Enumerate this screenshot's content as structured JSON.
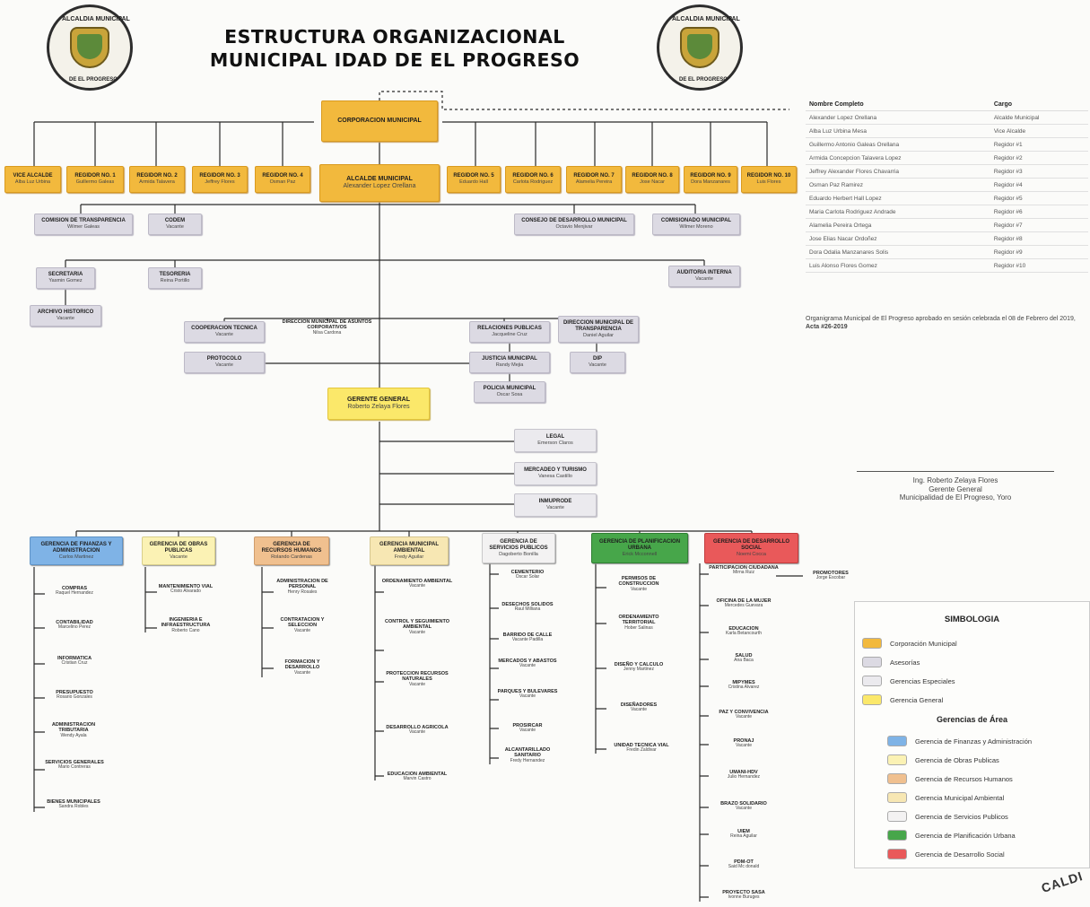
{
  "title": {
    "line1": "ESTRUCTURA ORGANIZACIONAL",
    "line2": "MUNICIPAL IDAD DE EL PROGRESO"
  },
  "seal": {
    "top_text": "ALCALDIA MUNICIPAL",
    "bottom_text": "DE EL PROGRESO"
  },
  "corporacion": {
    "name": "CORPORACION MUNICIPAL"
  },
  "alcalde": {
    "name": "ALCALDE MUNICIPAL",
    "person": "Alexander Lopez Orellana"
  },
  "council_left": [
    {
      "name": "VICE ALCALDE",
      "person": "Alba Luz Urbina"
    },
    {
      "name": "REGIDOR NO. 1",
      "person": "Guillermo Galeas"
    },
    {
      "name": "REGIDOR NO. 2",
      "person": "Armida Talavera"
    },
    {
      "name": "REGIDOR NO. 3",
      "person": "Jeffrey Flores"
    },
    {
      "name": "REGIDOR NO. 4",
      "person": "Osman Paz"
    }
  ],
  "council_right": [
    {
      "name": "REGIDOR NO. 5",
      "person": "Eduardo Hall"
    },
    {
      "name": "REGIDOR NO. 6",
      "person": "Carlota Rodriguez"
    },
    {
      "name": "REGIDOR NO. 7",
      "person": "Alamelia Pereira"
    },
    {
      "name": "REGIDOR NO. 8",
      "person": "Jose Nacar"
    },
    {
      "name": "REGIDOR NO. 9",
      "person": "Dora Manzanares"
    },
    {
      "name": "REGIDOR NO. 10",
      "person": "Luis Flores"
    }
  ],
  "advisory": {
    "transparencia": {
      "name": "COMISION DE TRANSPARENCIA",
      "person": "Wilmer Galeas"
    },
    "codem": {
      "name": "CODEM",
      "person": "Vacante"
    },
    "desarrollo": {
      "name": "CONSEJO DE DESARROLLO MUNICIPAL",
      "person": "Octavio Menjivar"
    },
    "comisionado": {
      "name": "COMISIONADO MUNICIPAL",
      "person": "Wilmer Moreno"
    },
    "secretaria": {
      "name": "SECRETARIA",
      "person": "Yasmin Gomez"
    },
    "tesoreria": {
      "name": "TESORERIA",
      "person": "Reina Portillo"
    },
    "archivo": {
      "name": "ARCHIVO HISTORICO",
      "person": "Vacante"
    },
    "auditoria": {
      "name": "AUDITORIA INTERNA",
      "person": "Vacante"
    },
    "cooperacion": {
      "name": "COOPERACION TECNICA",
      "person": "Vacante"
    },
    "direccion_corp": {
      "name": "DIRECCION MUNICIPAL DE ASUNTOS CORPORATIVOS",
      "person": "Nilsa Cardona"
    },
    "protocolo": {
      "name": "PROTOCOLO",
      "person": "Vacante"
    },
    "relaciones": {
      "name": "RELACIONES PUBLICAS",
      "person": "Jacqueline Cruz"
    },
    "dir_transp": {
      "name": "DIRECCION MUNICIPAL DE TRANSPARENCIA",
      "person": "Daniel Aguilar"
    },
    "justicia": {
      "name": "JUSTICIA MUNICIPAL",
      "person": "Randy Mejia"
    },
    "dip": {
      "name": "DIP",
      "person": "Vacante"
    },
    "policia": {
      "name": "POLICIA MUNICIPAL",
      "person": "Oscar Sosa"
    }
  },
  "gerente": {
    "name": "GERENTE GENERAL",
    "person": "Roberto Zelaya Flores"
  },
  "special": [
    {
      "name": "LEGAL",
      "person": "Emerson Claros"
    },
    {
      "name": "MERCADEO Y TURISMO",
      "person": "Vanesa Castillo"
    },
    {
      "name": "INMUPRODE",
      "person": "Vacante"
    }
  ],
  "gerencias": [
    {
      "name": "GERENCIA DE FINANZAS Y ADMINISTRACION",
      "person": "Carlos Martinez",
      "color": "#7fb3e6",
      "units": [
        {
          "name": "COMPRAS",
          "person": "Raquel Hernandez"
        },
        {
          "name": "CONTABILIDAD",
          "person": "Marcelino Perez"
        },
        {
          "name": "INFORMATICA",
          "person": "Cristian Cruz"
        },
        {
          "name": "PRESUPUESTO",
          "person": "Rosario Gonzales"
        },
        {
          "name": "ADMINISTRACION TRIBUTARIA",
          "person": "Wendy Ayala"
        },
        {
          "name": "SERVICIOS GENERALES",
          "person": "Mario Contreras"
        },
        {
          "name": "BIENES MUNICIPALES",
          "person": "Sandra Robles"
        }
      ]
    },
    {
      "name": "GERENCIA DE OBRAS PUBLICAS",
      "person": "Vacante",
      "color": "#fbf2b4",
      "units": [
        {
          "name": "MANTENIMIENTO VIAL",
          "person": "Cristo Alvarado"
        },
        {
          "name": "INGENIERIA E INFRAESTRUCTURA",
          "person": "Roberto Cano"
        }
      ]
    },
    {
      "name": "GERENCIA DE RECURSOS HUMANOS",
      "person": "Rolando Cardenas",
      "color": "#f0c08f",
      "units": [
        {
          "name": "ADMINISTRACION DE PERSONAL",
          "person": "Henry Rosales"
        },
        {
          "name": "CONTRATACION Y SELECCION",
          "person": "Vacante"
        },
        {
          "name": "FORMACION Y DESARROLLO",
          "person": "Vacante"
        }
      ]
    },
    {
      "name": "GERENCIA MUNICIPAL AMBIENTAL",
      "person": "Fredy Aguilar",
      "color": "#f7e7b3",
      "units": [
        {
          "name": "ORDENAMIENTO AMBIENTAL",
          "person": "Vacante"
        },
        {
          "name": "CONTROL Y SEGUIMIENTO AMBIENTAL",
          "person": "Vacante"
        },
        {
          "name": "PROTECCION RECURSOS NATURALES",
          "person": "Vacante"
        },
        {
          "name": "DESARROLLO AGRICOLA",
          "person": "Vacante"
        },
        {
          "name": "EDUCACION AMBIENTAL",
          "person": "Marvin Castro"
        }
      ]
    },
    {
      "name": "GERENCIA DE SERVICIOS PUBLICOS",
      "person": "Dagoberto Bonilla",
      "color": "#f3f2f2",
      "units": [
        {
          "name": "CEMENTERIO",
          "person": "Oscar Solar"
        },
        {
          "name": "DESECHOS SOLIDOS",
          "person": "Raul Milliana"
        },
        {
          "name": "BARRIDO DE CALLE",
          "person": "Vacante Padilla"
        },
        {
          "name": "MERCADOS Y ABASTOS",
          "person": "Vacante"
        },
        {
          "name": "PARQUES Y BULEVARES",
          "person": "Vacante"
        },
        {
          "name": "PROSIRCAR",
          "person": "Vacante"
        },
        {
          "name": "ALCANTARILLADO SANITARIO",
          "person": "Fredy Hernandez"
        }
      ]
    },
    {
      "name": "GERENCIA DE PLANIFICACION URBANA",
      "person": "Erick Mcconnell",
      "color": "#47a64a",
      "units": [
        {
          "name": "PERMISOS DE CONSTRUCCION",
          "person": "Vacante"
        },
        {
          "name": "ORDENAMIENTO TERRITORIAL",
          "person": "Hober Salinas"
        },
        {
          "name": "DISEÑO Y CALCULO",
          "person": "Jenny Martinez"
        },
        {
          "name": "DISEÑADORES",
          "person": "Vacante"
        },
        {
          "name": "UNIDAD TECNICA VIAL",
          "person": "Fredin Zaldivar"
        }
      ]
    },
    {
      "name": "GERENCIA DE DESARROLLO SOCIAL",
      "person": "Noemi Cocca",
      "color": "#e9595a",
      "units": [
        {
          "name": "PARTICIPACION CIUDADANA",
          "person": "Mirna Ruiz"
        },
        {
          "name": "OFICINA DE LA MUJER",
          "person": "Mercedes Guevara"
        },
        {
          "name": "EDUCACION",
          "person": "Karla Betancourth"
        },
        {
          "name": "SALUD",
          "person": "Ana Baca"
        },
        {
          "name": "MIPYMES",
          "person": "Cristina Alvarez"
        },
        {
          "name": "PAZ Y CONVIVENCIA",
          "person": "Vacante"
        },
        {
          "name": "PRONAJ",
          "person": "Vacante"
        },
        {
          "name": "UMANI-HDV",
          "person": "Julio Hernandez"
        },
        {
          "name": "BRAZO SOLIDARIO",
          "person": "Vacante"
        },
        {
          "name": "UIEM",
          "person": "Reina Aguilar"
        },
        {
          "name": "PDM-OT",
          "person": "Said Mc donald"
        },
        {
          "name": "PROYECTO SASA",
          "person": "Ivonne Buruges"
        }
      ],
      "extra": {
        "name": "PROMOTORES",
        "person": "Jorge Escobar"
      }
    }
  ],
  "registry": {
    "col1": "Nombre Completo",
    "col2": "Cargo",
    "rows": [
      [
        "Alexander Lopez Orellana",
        "Alcalde Municipal"
      ],
      [
        "Alba Luz Urbina Mesa",
        "Vice Alcalde"
      ],
      [
        "Guillermo Antonio Galeas Orellana",
        "Regidor #1"
      ],
      [
        "Armida Concepcion Talavera Lopez",
        "Regidor #2"
      ],
      [
        "Jeffrey Alexander Flores Chavarria",
        "Regidor #3"
      ],
      [
        "Osman Paz Ramirez",
        "Regidor #4"
      ],
      [
        "Eduardo Herbert Hall Lopez",
        "Regidor #5"
      ],
      [
        "Maria Carlota Rodriguez Andrade",
        "Regidor #6"
      ],
      [
        "Alamelia Pereira Ortega",
        "Regidor #7"
      ],
      [
        "Jose Elias Nacar Ordoñez",
        "Regidor #8"
      ],
      [
        "Dora Odalia Manzanares Solis",
        "Regidor #9"
      ],
      [
        "Luis Alonso Flores Gomez",
        "Regidor #10"
      ]
    ]
  },
  "note": {
    "text": "Organigrama Municipal de El Progreso aprobado  en sesión celebrada el 08 de Febrero del 2019,",
    "acta": "Acta #26-2019"
  },
  "signature": {
    "line1": "Ing. Roberto Zelaya Flores",
    "line2": "Gerente General",
    "line3": "Municipalidad de El Progreso, Yoro"
  },
  "legend": {
    "title": "SIMBOLOGIA",
    "items": [
      {
        "label": "Corporación Municipal",
        "color": "#f2b93d"
      },
      {
        "label": "Asesorías",
        "color": "#dcdae3"
      },
      {
        "label": "Gerencias Especiales",
        "color": "#ebeaee"
      },
      {
        "label": "Gerencia General",
        "color": "#fbe86a"
      }
    ],
    "subtitle": "Gerencias de Área",
    "areas": [
      {
        "label": "Gerencia de Finanzas y Administración",
        "color": "#7fb3e6"
      },
      {
        "label": "Gerencia de Obras Publicas",
        "color": "#fbf2b4"
      },
      {
        "label": "Gerencia de Recursos Humanos",
        "color": "#f0c08f"
      },
      {
        "label": "Gerencia Municipal Ambiental",
        "color": "#f7e7b3"
      },
      {
        "label": "Gerencia de Servicios Publicos",
        "color": "#f3f2f2"
      },
      {
        "label": "Gerencia de Planificación Urbana",
        "color": "#47a64a"
      },
      {
        "label": "Gerencia de Desarrollo Social",
        "color": "#e9595a"
      }
    ]
  },
  "stamp": "CALDI"
}
